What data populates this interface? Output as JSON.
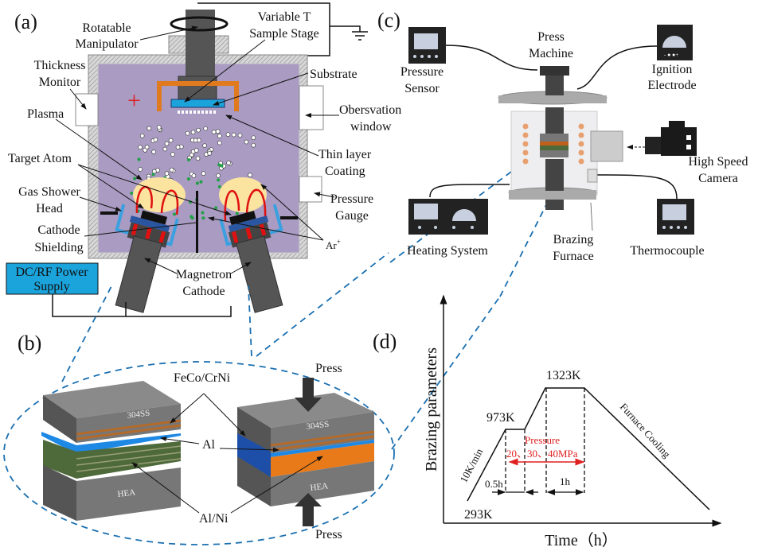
{
  "panels": {
    "a": {
      "tag": "(a)",
      "labels": {
        "rotatable_1": "Rotatable",
        "rotatable_2": "Manipulator",
        "stage_1": "Variable T",
        "stage_2": "Sample Stage",
        "thickness_1": "Thickness",
        "thickness_2": "Monitor",
        "substrate": "Substrate",
        "window_1": "Obersvation",
        "window_2": "window",
        "plasma": "Plasma",
        "coating_1": "Thin layer",
        "coating_2": "Coating",
        "target": "Target Atom",
        "shower_1": "Gas Shower",
        "shower_2": "Head",
        "gauge_1": "Pressure",
        "gauge_2": "Gauge",
        "shield_1": "Cathode",
        "shield_2": "Shielding",
        "ar": "Ar",
        "ar_sup": "+",
        "power_1": "DC/RF Power",
        "power_2": "Supply",
        "magnetron_1": "Magnetron",
        "magnetron_2": "Cathode"
      },
      "colors": {
        "chamber": "#a99bc2",
        "holder": "#e07a1f",
        "power_box": "#1ba3dc",
        "plasma": "#fbe3a0",
        "field_lines": "#e01010",
        "ions": "#22a046"
      }
    },
    "b": {
      "tag": "(b)",
      "labels": {
        "feco": "FeCo/CrNi",
        "al": "Al",
        "alni": "Al/Ni",
        "press_top": "Press",
        "press_bottom": "Press",
        "ss_left": "304SS",
        "hea_left": "HEA",
        "ss_right": "304SS",
        "hea_right": "HEA"
      }
    },
    "c": {
      "tag": "(c)",
      "labels": {
        "sensor_1": "Pressure",
        "sensor_2": "Sensor",
        "press_1": "Press",
        "press_2": "Machine",
        "ignition_1": "Ignition",
        "ignition_2": "Electrode",
        "camera_1": "High Speed",
        "camera_2": "Camera",
        "heating": "Heating System",
        "furnace_1": "Brazing",
        "furnace_2": "Furnace",
        "thermo": "Thermocouple"
      }
    },
    "d": {
      "tag": "(d)",
      "ylabel": "Brazing parameters",
      "xlabel": "Time（h）",
      "labels": {
        "t293": "293K",
        "t973": "973K",
        "t1323": "1323K",
        "rate": "10K/min",
        "hold1": "0.5h",
        "hold2": "1h",
        "cooling": "Furnace Cooling",
        "pressure_1": "Pressure",
        "pressure_2": "20、30、40MPa"
      }
    }
  }
}
